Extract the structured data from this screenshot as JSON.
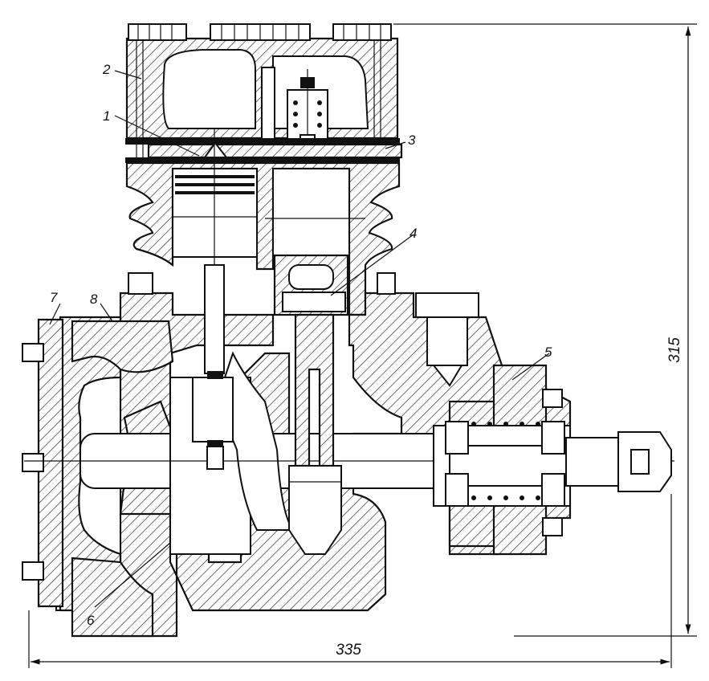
{
  "labels": {
    "l1": "1",
    "l2": "2",
    "l3": "3",
    "l4": "4",
    "l5": "5",
    "l6": "6",
    "l7": "7",
    "l8": "8"
  },
  "dimensions": {
    "height": "315",
    "width": "335"
  }
}
